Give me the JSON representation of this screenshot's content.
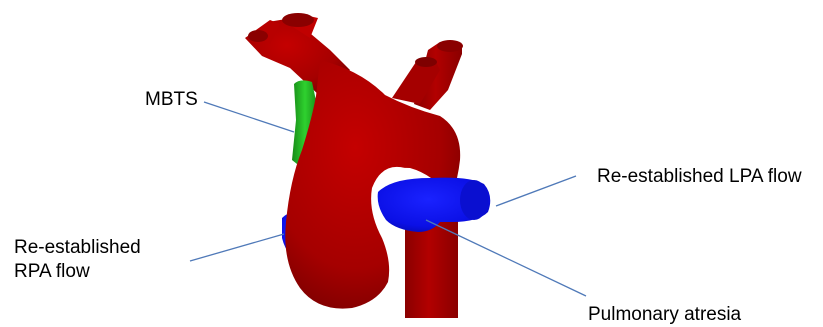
{
  "labels": {
    "mbts": "MBTS",
    "rpa_line1": "Re-established",
    "rpa_line2": "RPA flow",
    "lpa": "Re-established LPA flow",
    "pulmonary_atresia": "Pulmonary atresia"
  },
  "colors": {
    "aorta": "#a50000",
    "aorta_shade": "#7e0000",
    "shunt": "#1fb51f",
    "pulmonary": "#0b10e6",
    "pulmonary_shade": "#0508a8",
    "leader_line": "#4f79b8",
    "background": "#ffffff"
  },
  "structures": [
    "aorta",
    "brachiocephalic-vessels",
    "mbts-shunt",
    "lpa",
    "rpa",
    "descending-aorta"
  ]
}
